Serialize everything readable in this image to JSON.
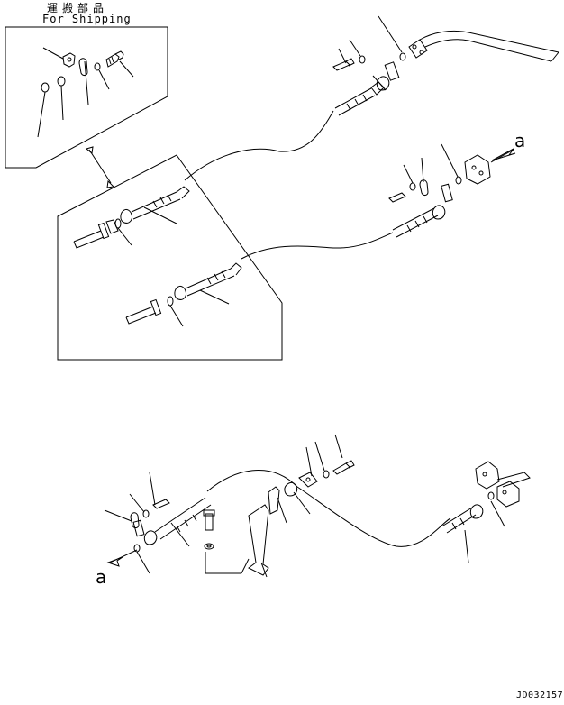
{
  "header": {
    "title_jp": "運搬部品",
    "title_en": "For Shipping"
  },
  "markers": {
    "a_top": "a",
    "a_bottom": "a"
  },
  "footer": {
    "drawing_code": "JD032157"
  },
  "colors": {
    "line": "#000000",
    "background": "#ffffff"
  }
}
